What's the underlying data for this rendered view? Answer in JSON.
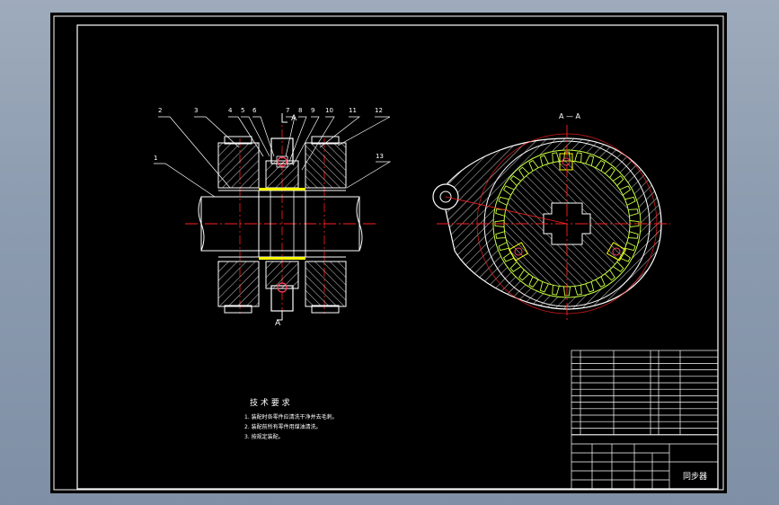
{
  "drawing": {
    "balloon_labels": [
      "1",
      "2",
      "3",
      "4",
      "5",
      "6",
      "7",
      "8",
      "9",
      "10",
      "11",
      "12",
      "13"
    ],
    "section_mark": "A",
    "section_view_label": "A — A",
    "tech_requirements_title": "技 术 要 求",
    "tech_requirements": [
      "1. 装配时各零件应清洗干净并去毛刺。",
      "2. 装配前所有零件用煤油清洗。",
      "3. 按规定装配。"
    ],
    "title_name": "同步器"
  },
  "colors": {
    "background": "#000000",
    "frame": "#ffffff",
    "centerline": "#ff2020",
    "leader": "#ffffff",
    "hatch": "#ffffff",
    "accent": "#ffff00",
    "gear_teeth": "#c8ff40",
    "parts": "#ff4060"
  }
}
